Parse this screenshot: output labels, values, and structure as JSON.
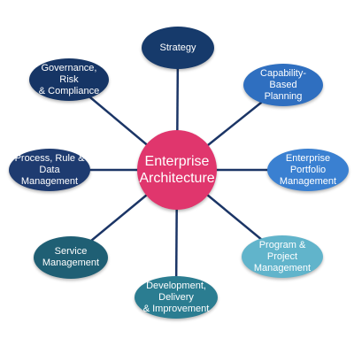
{
  "center": {
    "label": "Enterprise\nArchitecture",
    "color": "#e0366d"
  },
  "connector_color": "#1b3566",
  "nodes": [
    {
      "id": "strategy",
      "label": "Strategy",
      "color": "#163a6b"
    },
    {
      "id": "capability",
      "label": "Capability-Based\nPlanning",
      "color": "#2f6fc0"
    },
    {
      "id": "portfolio",
      "label": "Enterprise Portfolio\nManagement",
      "color": "#3a80d1"
    },
    {
      "id": "program",
      "label": "Program & Project\nManagement",
      "color": "#61b4cb"
    },
    {
      "id": "development",
      "label": "Development, Delivery\n& Improvement",
      "color": "#2b7d91"
    },
    {
      "id": "service",
      "label": "Service\nManagement",
      "color": "#1f5f74"
    },
    {
      "id": "process",
      "label": "Process, Rule &\nData Management",
      "color": "#1e3b70"
    },
    {
      "id": "governance",
      "label": "Governance, Risk\n& Compliance",
      "color": "#163565"
    }
  ]
}
